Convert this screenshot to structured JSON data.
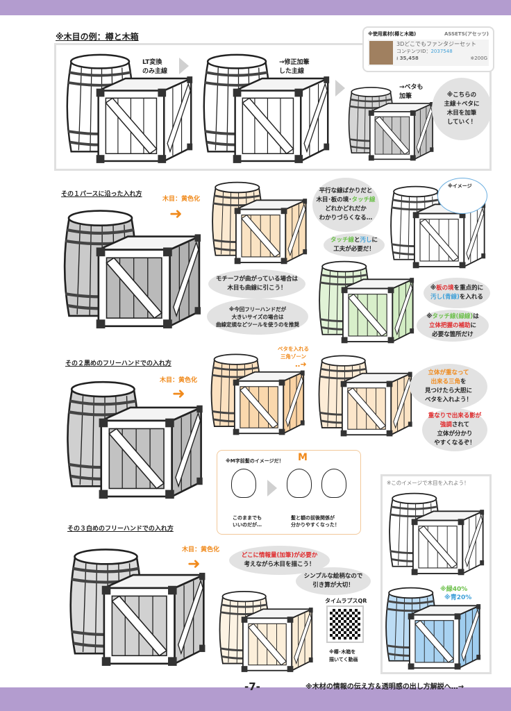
{
  "colors": {
    "band": "#b39ccf",
    "orange": "#f08a1c",
    "green": "#6cc04a",
    "blue": "#3fa0d8",
    "red": "#e0282a"
  },
  "header": {
    "title": "※木目の例：樽と木箱"
  },
  "assets_card": {
    "heading": "※使用素材(樽と木箱)",
    "brand": "ASSETS(アセッツ)",
    "name": "3Dどこでもファンタジーセット",
    "content_id_label": "コンテンツID：",
    "content_id": "2037548",
    "price": "※200G",
    "downloads": "35,458",
    "download_icon": "download-icon"
  },
  "intro": {
    "step1": [
      [
        {
          "t": "LT変換"
        }
      ],
      [
        {
          "t": "のみ主線"
        }
      ]
    ],
    "step2": [
      [
        {
          "t": "→修正加筆"
        }
      ],
      [
        {
          "t": "した主線"
        }
      ]
    ],
    "step3": [
      [
        {
          "t": "→ベタも"
        }
      ],
      [
        {
          "t": "加筆"
        }
      ]
    ],
    "bubble": [
      [
        {
          "t": "※こちらの"
        }
      ],
      [
        {
          "t": "主線＋ベタに"
        }
      ],
      [
        {
          "t": "木目を加筆"
        }
      ],
      [
        {
          "t": "していく！"
        }
      ]
    ]
  },
  "section1": {
    "heading": "その１パースに沿った入れ方",
    "yellow_label": "木目：黄色化",
    "bubble_curve": [
      [
        {
          "t": "モチーフが曲がっている場合は"
        }
      ],
      [
        {
          "t": "木目も曲線に引こう！"
        }
      ]
    ],
    "bubble_note": [
      [
        {
          "t": "※今回フリーハンドだが"
        }
      ],
      [
        {
          "t": "大きいサイズの場合は"
        }
      ],
      [
        {
          "t": "曲線定規などツールを使うのを推奨"
        }
      ]
    ],
    "bubble_parallel": [
      [
        {
          "t": "平行な線ばかりだと"
        }
      ],
      [
        {
          "t": "木目･板の境･"
        },
        {
          "t": "タッチ線",
          "c": "green"
        }
      ],
      [
        {
          "t": "どれかどれだか"
        }
      ],
      [
        {
          "t": "わかりづらくなる…"
        }
      ]
    ],
    "bubble_touch": [
      [
        {
          "t": "タッチ線",
          "c": "green"
        },
        {
          "t": "と"
        },
        {
          "t": "汚し",
          "c": "blue"
        },
        {
          "t": "に"
        }
      ],
      [
        {
          "t": "工夫が必要だ！"
        }
      ]
    ],
    "image_note": "※イメージ",
    "bubble_board": [
      [
        {
          "t": "※"
        },
        {
          "t": "板の境",
          "c": "red"
        },
        {
          "t": "を重点的に"
        }
      ],
      [
        {
          "t": "汚し(青線)",
          "c": "blue"
        },
        {
          "t": "を入れる"
        }
      ]
    ],
    "bubble_green": [
      [
        {
          "t": "※"
        },
        {
          "t": "タッチ線(緑線)",
          "c": "green"
        },
        {
          "t": "は"
        }
      ],
      [
        {
          "t": "立体把握の補助",
          "c": "red"
        },
        {
          "t": "に"
        }
      ],
      [
        {
          "t": "必要な箇所だけ"
        }
      ]
    ]
  },
  "section2": {
    "heading": "その２黒めのフリーハンドでの入れ方",
    "yellow_label": "木目：黄色化",
    "beta_label": [
      [
        {
          "t": "ベタを入れる"
        }
      ],
      [
        {
          "t": "三角ゾーン"
        }
      ]
    ],
    "bubble_triangle": [
      [
        {
          "t": "立体が重なって",
          "c": "orange"
        }
      ],
      [
        {
          "t": "出来る三角",
          "c": "orange"
        },
        {
          "t": "を"
        }
      ],
      [
        {
          "t": "見つけたら大胆に"
        }
      ],
      [
        {
          "t": "ベタを入れよう！"
        }
      ]
    ],
    "bubble_shadow": [
      [
        {
          "t": "重なりで出来る影が",
          "c": "red"
        }
      ],
      [
        {
          "t": "強調",
          "c": "red"
        },
        {
          "t": "されて"
        }
      ],
      [
        {
          "t": "立体が分かり"
        }
      ],
      [
        {
          "t": "やすくなるぞ！"
        }
      ]
    ],
    "hair_panel": {
      "title": "※M字前髪のイメージだ！",
      "m_mark": "M",
      "caption_left": [
        [
          {
            "t": "このままでも"
          }
        ],
        [
          {
            "t": "いいのだが…"
          }
        ]
      ],
      "caption_right": [
        [
          {
            "t": "髪と額の前後関係が"
          }
        ],
        [
          {
            "t": "分かりやすくなった！"
          }
        ]
      ]
    }
  },
  "section3": {
    "heading": "その３白めのフリーハンドでの入れ方",
    "yellow_label": "木目：黄色化",
    "bubble_info": [
      [
        {
          "t": "どこに情報量(加筆)が必要か",
          "c": "red"
        }
      ],
      [
        {
          "t": "考えながら木目を描こう！"
        }
      ]
    ],
    "bubble_simple": [
      [
        {
          "t": "シンプルな絵柄なので"
        }
      ],
      [
        {
          "t": "引き算が大切！"
        }
      ]
    ],
    "qr_title": "タイムラプスQR",
    "qr_caption": [
      [
        {
          "t": "※樽･木箱を"
        }
      ],
      [
        {
          "t": "描いてく動画"
        }
      ]
    ]
  },
  "image_box": {
    "title": "※このイメージで木目を入れよう！",
    "green_pct": "※緑40%",
    "blue_pct": "※青20%"
  },
  "footer": {
    "page_number": "-7-",
    "next_text": "※木材の情報の伝え方＆透明感の出し方解説へ…→"
  }
}
